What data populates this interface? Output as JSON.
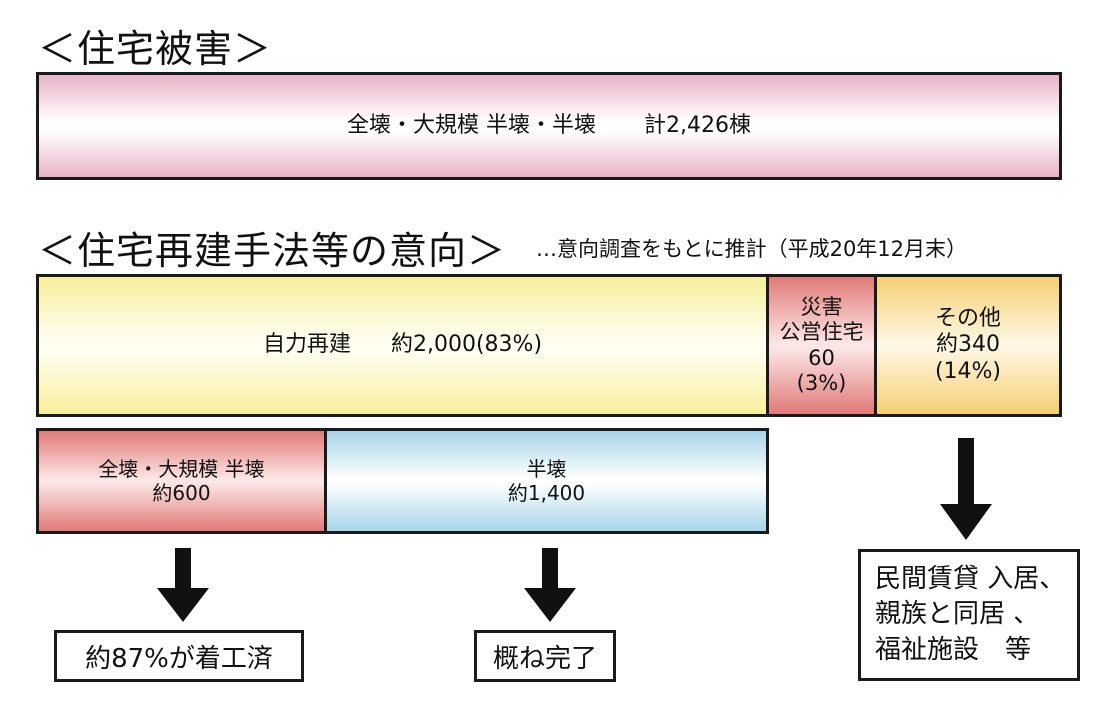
{
  "damage": {
    "heading": "＜住宅被害＞",
    "category": "全壊・大規模 半壊・半壊",
    "total": "計2,426棟"
  },
  "intent": {
    "heading": "＜住宅再建手法等の意向＞",
    "note": "…意向調査をもとに推計（平成20年12月末）",
    "self_rebuild": {
      "label": "自力再建",
      "value": "約2,000(83%)"
    },
    "public_housing": {
      "line1": "災害",
      "line2": "公営住宅",
      "line3": "60",
      "line4": "(3%)"
    },
    "other": {
      "line1": "その他",
      "line2": "約340",
      "line3": "(14%)"
    }
  },
  "breakdown": {
    "severe": {
      "label": "全壊・大規模 半壊",
      "value": "約600"
    },
    "half": {
      "label": "半壊",
      "value": "約1,400"
    }
  },
  "results": {
    "severe_status": "約87%が着工済",
    "half_status": "概ね完了",
    "other_status": {
      "line1": "民間賃貸 入居、",
      "line2": "親族と同居 、",
      "line3": "福祉施設　等"
    }
  },
  "icons": {
    "arrow": "down-arrow-icon"
  }
}
